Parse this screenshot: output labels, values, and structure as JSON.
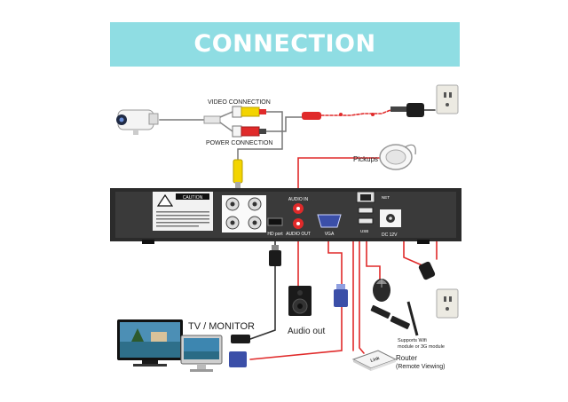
{
  "title": "CONNECTION",
  "labels": {
    "video_connection": "VIDEO CONNECTION",
    "power_connection": "POWER CONNECTION",
    "pickups": "Pickups",
    "tv_monitor": "TV / MONITOR",
    "audio_out": "Audio out",
    "wifi_note_1": "Supports Wifi",
    "wifi_note_2": "module or 3G module",
    "router": "Router",
    "remote_viewing": "(Remote Viewing)"
  },
  "panel": {
    "caution": "CAUTION",
    "audio_in": "AUDIO IN",
    "hd_port": "HD port",
    "audio_out": "AUDIO OUT",
    "vga": "VGA",
    "net": "NET",
    "usb": "USB",
    "dc12v": "DC 12V"
  },
  "router_brand": "Link",
  "colors": {
    "banner": "#8fdde3",
    "cable_red": "#e02a2a",
    "cable_yellow": "#f3d400",
    "vga_blue": "#3b4fa8"
  }
}
